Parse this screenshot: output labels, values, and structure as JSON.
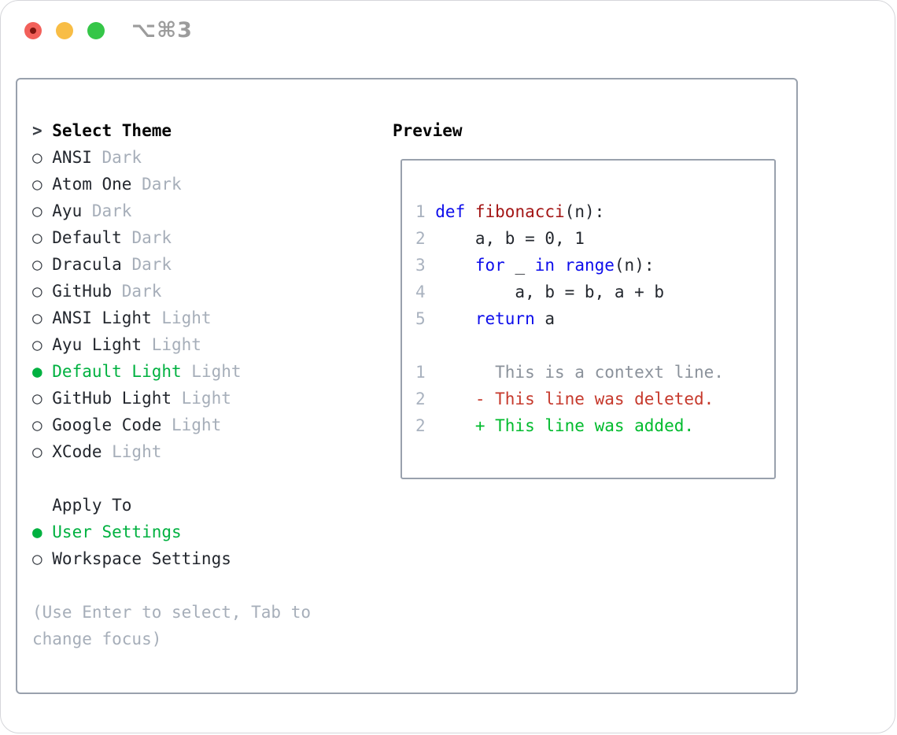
{
  "window": {
    "shortcut": "⌥⌘3"
  },
  "glyphs": {
    "header_marker": ">",
    "radio_on": "●",
    "radio_off": "○"
  },
  "theme_list": {
    "title": "Select Theme",
    "items": [
      {
        "name": "ANSI",
        "variant": "Dark",
        "selected": false
      },
      {
        "name": "Atom One",
        "variant": "Dark",
        "selected": false
      },
      {
        "name": "Ayu",
        "variant": "Dark",
        "selected": false
      },
      {
        "name": "Default",
        "variant": "Dark",
        "selected": false
      },
      {
        "name": "Dracula",
        "variant": "Dark",
        "selected": false
      },
      {
        "name": "GitHub",
        "variant": "Dark",
        "selected": false
      },
      {
        "name": "ANSI Light",
        "variant": "Light",
        "selected": false
      },
      {
        "name": "Ayu Light",
        "variant": "Light",
        "selected": false
      },
      {
        "name": "Default Light",
        "variant": "Light",
        "selected": true
      },
      {
        "name": "GitHub Light",
        "variant": "Light",
        "selected": false
      },
      {
        "name": "Google Code",
        "variant": "Light",
        "selected": false
      },
      {
        "name": "XCode",
        "variant": "Light",
        "selected": false
      }
    ]
  },
  "apply_to": {
    "title": "Apply To",
    "options": [
      {
        "label": "User Settings",
        "selected": true
      },
      {
        "label": "Workspace Settings",
        "selected": false
      }
    ]
  },
  "help": {
    "lines": [
      "(Use Enter to select, Tab to",
      "change focus)"
    ]
  },
  "preview": {
    "title": "Preview",
    "code_lines": [
      {
        "num": "1",
        "tokens": [
          {
            "text": "def",
            "style": "kw"
          },
          {
            "text": " ",
            "style": "plain"
          },
          {
            "text": "fibonacci",
            "style": "fn"
          },
          {
            "text": "(n):",
            "style": "plain"
          }
        ]
      },
      {
        "num": "2",
        "tokens": [
          {
            "text": "    a, b = 0, 1",
            "style": "plain"
          }
        ]
      },
      {
        "num": "3",
        "tokens": [
          {
            "text": "    ",
            "style": "plain"
          },
          {
            "text": "for",
            "style": "kw"
          },
          {
            "text": " _ ",
            "style": "plain"
          },
          {
            "text": "in",
            "style": "kw"
          },
          {
            "text": " ",
            "style": "plain"
          },
          {
            "text": "range",
            "style": "kw"
          },
          {
            "text": "(n):",
            "style": "plain"
          }
        ]
      },
      {
        "num": "4",
        "tokens": [
          {
            "text": "        a, b = b, a + b",
            "style": "plain"
          }
        ]
      },
      {
        "num": "5",
        "tokens": [
          {
            "text": "    ",
            "style": "plain"
          },
          {
            "text": "return",
            "style": "kw"
          },
          {
            "text": " a",
            "style": "plain"
          }
        ]
      }
    ],
    "diff_lines": [
      {
        "num": "1",
        "kind": "context",
        "text": "      This is a context line."
      },
      {
        "num": "2",
        "kind": "deleted",
        "text": "    - This line was deleted."
      },
      {
        "num": "2",
        "kind": "added",
        "text": "    + This line was added."
      }
    ]
  },
  "colors": {
    "accent_green": "#00b140",
    "diff_added": "#00bb2d",
    "diff_deleted": "#c6392c",
    "diff_context": "#8b929b",
    "keyword_blue": "#0d0deb",
    "function_red": "#a31515",
    "line_number": "#a9b2bf",
    "muted": "#a6aeb9",
    "text": "#23272e",
    "radio": "#3a3f46",
    "border": "#99a1ad",
    "window_border": "#d5d6da",
    "traffic_red": "#f2605a",
    "traffic_red_dot": "#7e150f",
    "traffic_yellow": "#f8bd45",
    "traffic_green": "#35c648",
    "shortcut_gray": "#9c9c9c"
  }
}
